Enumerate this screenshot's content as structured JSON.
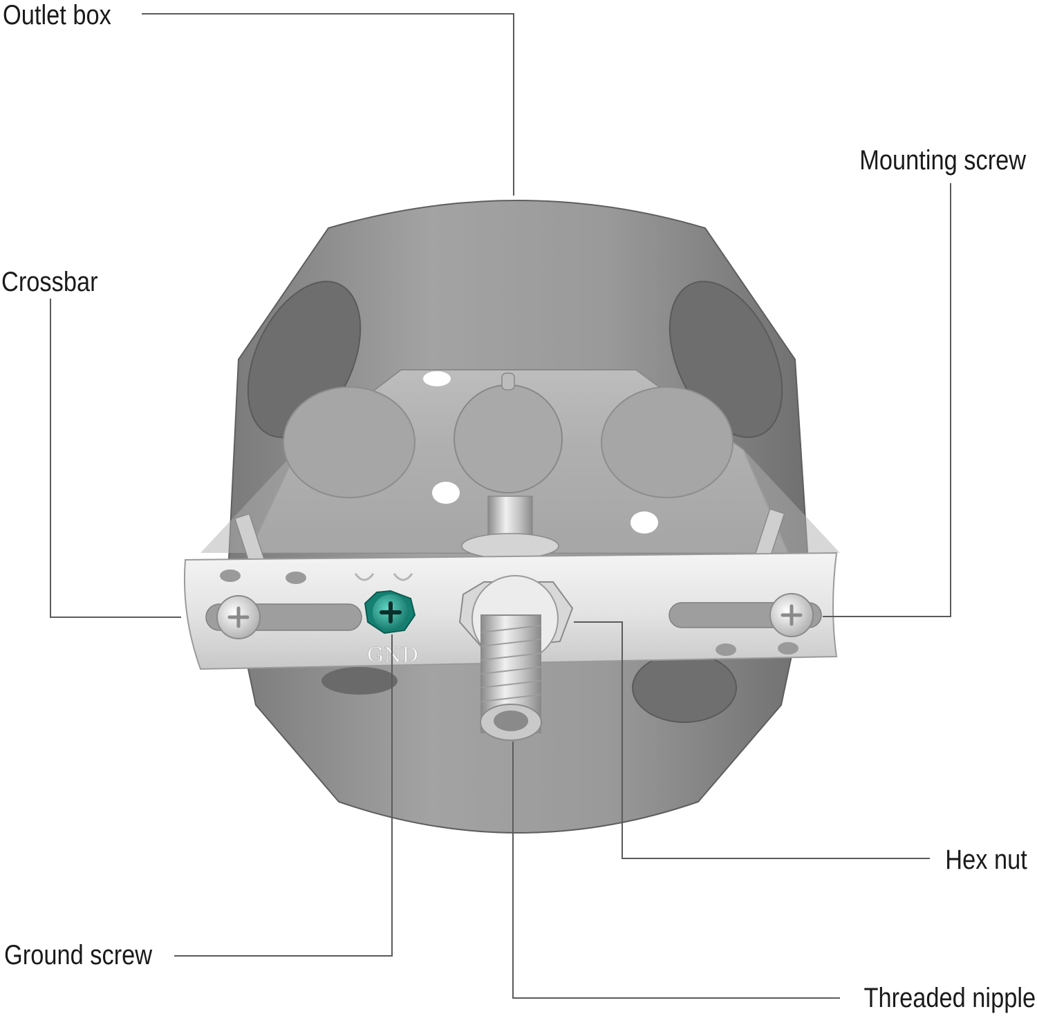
{
  "diagram": {
    "callouts": {
      "outlet_box": "Outlet box",
      "mounting_screw": "Mounting screw",
      "crossbar": "Crossbar",
      "hex_nut": "Hex nut",
      "ground_screw": "Ground screw",
      "threaded_nipple": "Threaded nipple"
    },
    "crossbar_marking": "GND",
    "colors": {
      "box_metal": "#8e8e8e",
      "crossbar_metal": "#e2e2e2",
      "ground_screw": "#1fa08e",
      "leader_line": "#5a5a5a"
    }
  }
}
